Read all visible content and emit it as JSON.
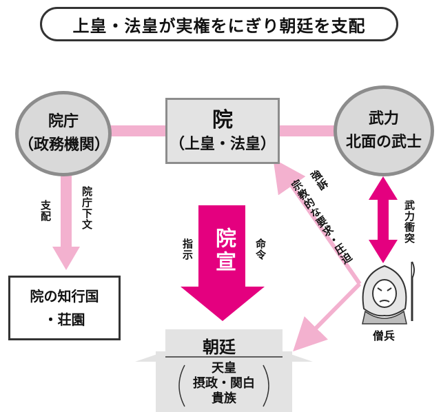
{
  "title": "上皇・法皇が実権をにぎり朝廷を支配",
  "nodes": {
    "incho": {
      "line1": "院庁",
      "line2": "（政務機関）"
    },
    "in": {
      "line1": "院",
      "line2": "（上皇・法皇）"
    },
    "military": {
      "line1": "武力",
      "line2": "北面の武士"
    },
    "territory": {
      "line1": "院の知行国",
      "line2": "・荘園"
    },
    "court": {
      "title": "朝廷",
      "line1": "天皇",
      "line2": "摂政・関白",
      "line3": "貴族"
    },
    "monk": {
      "label": "僧兵"
    }
  },
  "labels": {
    "shihai": "支配",
    "inchokudashibumi": "院庁下文",
    "shiji": "指示",
    "inzen": "院宣",
    "meirei": "命令",
    "gouso": "強訴",
    "shukyo": "宗教的な要求・圧迫",
    "buryoku_shototsu": "武力衝突"
  },
  "colors": {
    "magenta": "#e4007f",
    "pink": "#f3b1cf",
    "gray_fill": "#d9d9d9",
    "gray_border": "#8c8c8c"
  }
}
